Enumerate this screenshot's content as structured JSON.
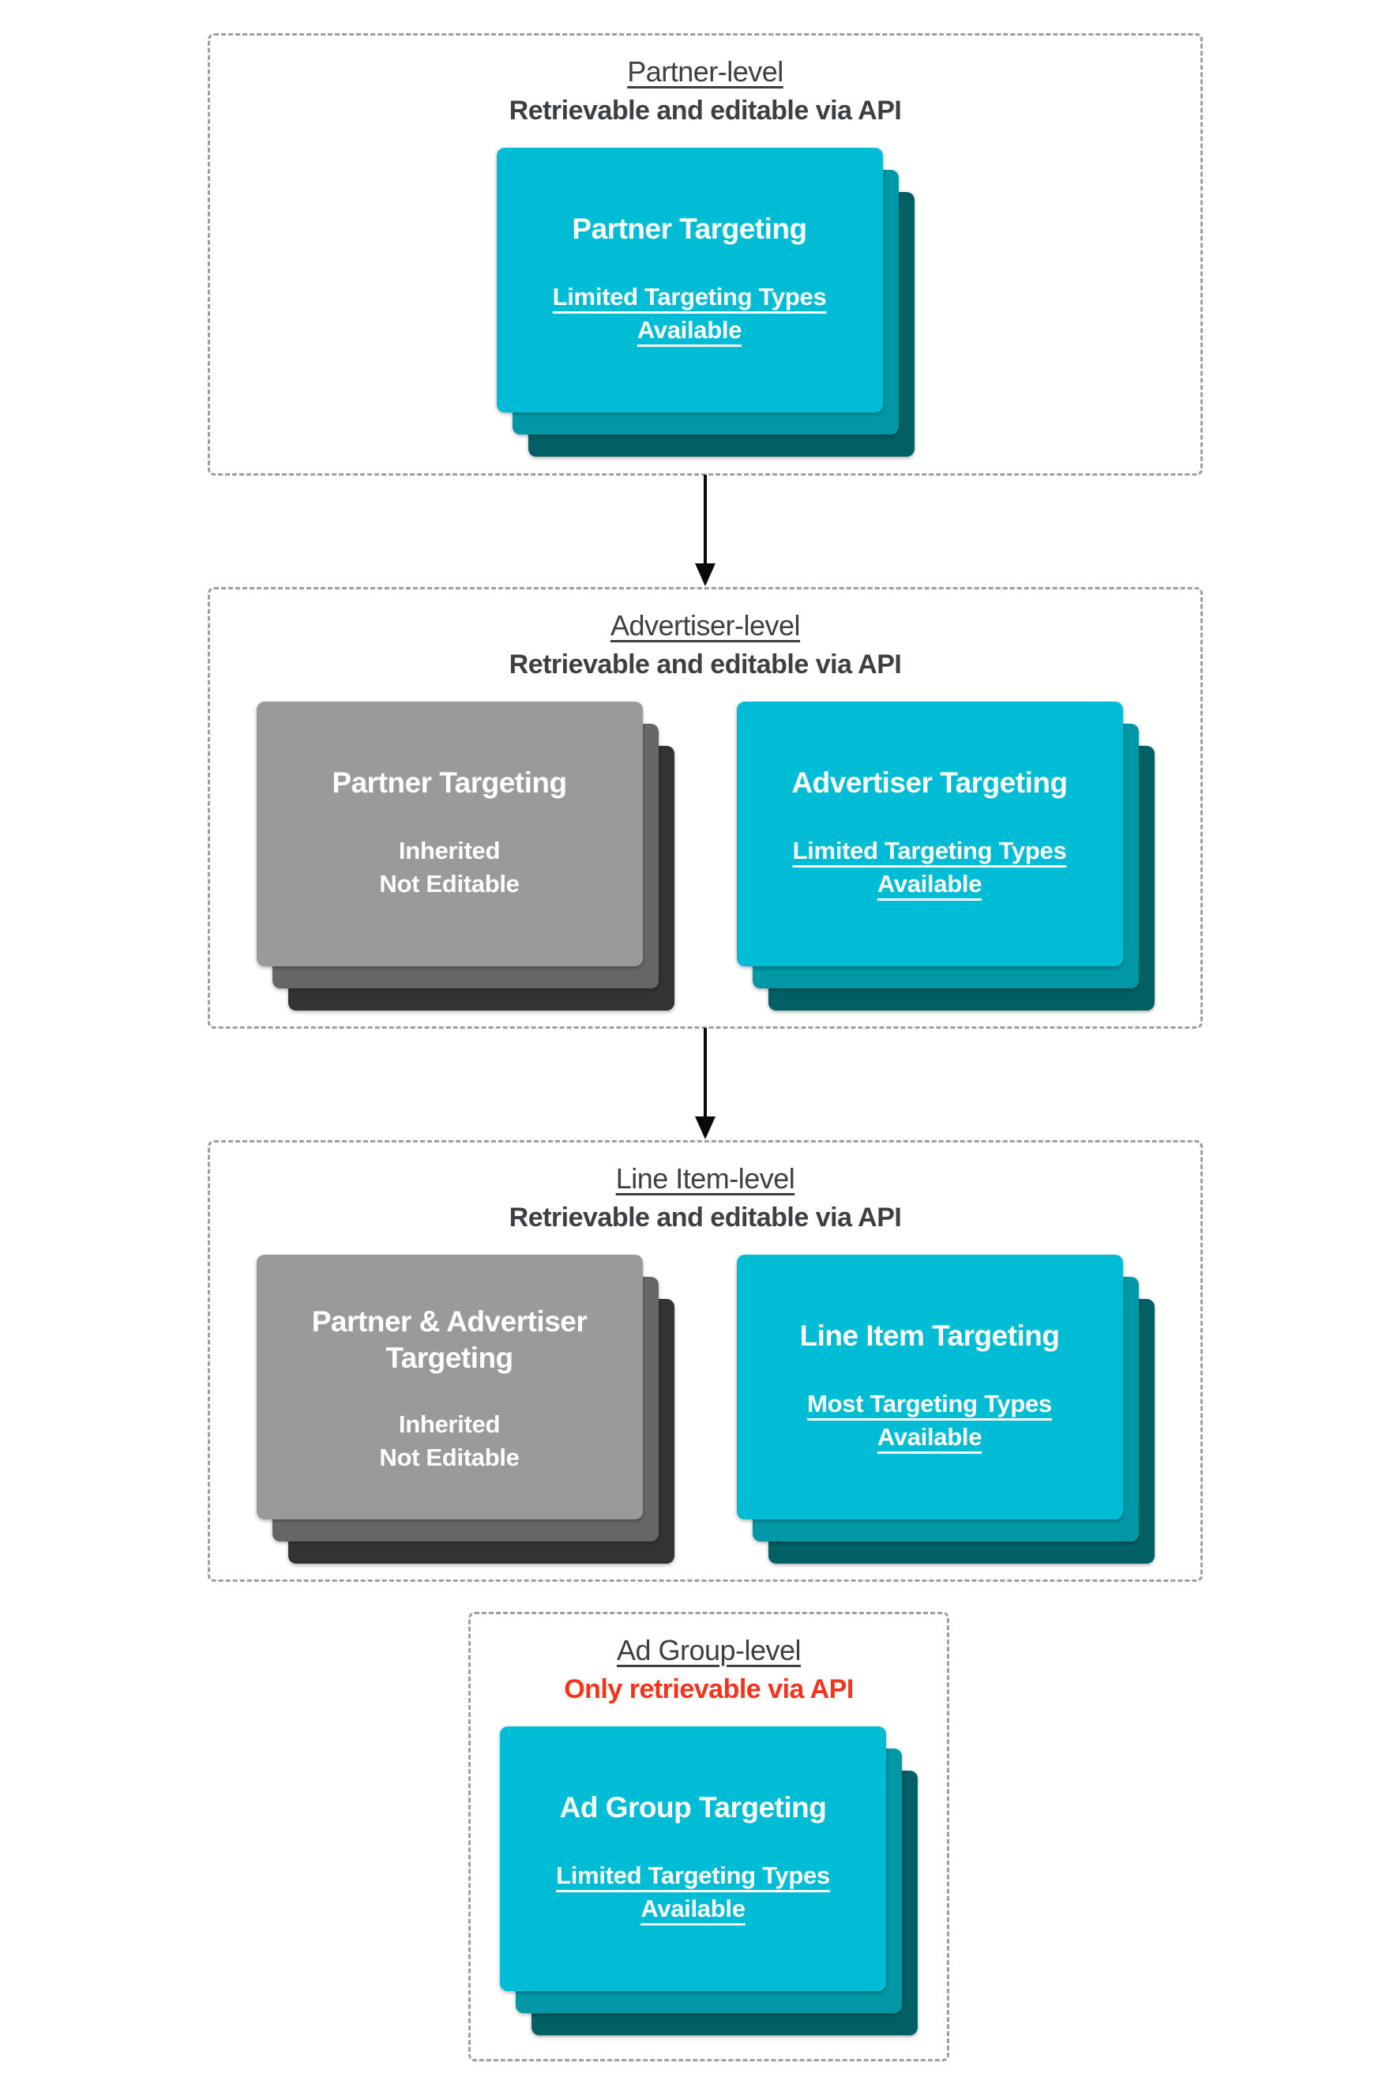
{
  "colors": {
    "teal_front": "#00bcd4",
    "teal_mid": "#0097a7",
    "teal_back": "#006064",
    "gray_front": "#9a9a9a",
    "gray_mid": "#666666",
    "gray_back": "#333333",
    "heading": "#3c4043",
    "alert_red": "#f4331a",
    "border_dash": "#9e9e9e",
    "arrow": "#0a0a0a"
  },
  "sections": [
    {
      "id": "partner-level",
      "title": "Partner-level",
      "subtitle": "Retrievable and editable via API",
      "arrow_after": true,
      "cards": [
        {
          "variant": "teal",
          "title_lines": [
            "Partner Targeting"
          ],
          "body_lines": [
            "Limited Targeting Types",
            "Available"
          ],
          "body_underline": true
        }
      ]
    },
    {
      "id": "advertiser-level",
      "title": "Advertiser-level",
      "subtitle": "Retrievable and editable via API",
      "arrow_after": true,
      "cards": [
        {
          "variant": "gray",
          "title_lines": [
            "Partner Targeting"
          ],
          "body_lines": [
            "Inherited",
            "Not Editable"
          ],
          "body_underline": false
        },
        {
          "variant": "teal",
          "title_lines": [
            "Advertiser Targeting"
          ],
          "body_lines": [
            "Limited Targeting Types",
            "Available"
          ],
          "body_underline": true
        }
      ]
    },
    {
      "id": "line-item-level",
      "title": "Line Item-level",
      "subtitle": "Retrievable and editable via API",
      "arrow_after": false,
      "cards": [
        {
          "variant": "gray",
          "title_lines": [
            "Partner & Advertiser",
            "Targeting"
          ],
          "body_lines": [
            "Inherited",
            "Not Editable"
          ],
          "body_underline": false
        },
        {
          "variant": "teal",
          "title_lines": [
            "Line Item Targeting"
          ],
          "body_lines": [
            "Most Targeting Types",
            "Available"
          ],
          "body_underline": true
        }
      ]
    },
    {
      "id": "ad-group-level",
      "title": "Ad Group-level",
      "subtitle": "Only retrievable via API",
      "subtitle_color": "#f4331a",
      "arrow_after": false,
      "cards": [
        {
          "variant": "teal",
          "title_lines": [
            "Ad Group Targeting"
          ],
          "body_lines": [
            "Limited Targeting Types",
            "Available"
          ],
          "body_underline": true
        }
      ]
    }
  ]
}
